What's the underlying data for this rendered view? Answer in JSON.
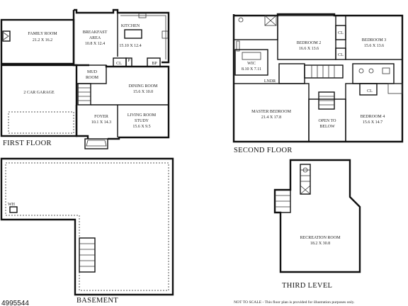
{
  "floors": {
    "first": "FIRST FLOOR",
    "second": "SECOND FLOOR",
    "basement": "BASEMENT",
    "third": "THIRD LEVEL"
  },
  "rooms": {
    "family_room": {
      "name": "FAMILY ROOM",
      "dim": "21.2 X 16.2"
    },
    "breakfast": {
      "name1": "BREAKFAST",
      "name2": "AREA",
      "dim": "10.8 X 12.4"
    },
    "kitchen": {
      "name": "KITCHEN",
      "dim": "15.10 X 12.4"
    },
    "mud_room": {
      "name1": "MUD",
      "name2": "ROOM"
    },
    "garage": {
      "name": "2 CAR GARAGE"
    },
    "dining": {
      "name": "DINING ROOM",
      "dim": "15.6 X 10.0"
    },
    "foyer": {
      "name": "FOYER",
      "dim": "10.1 X 14.3"
    },
    "living": {
      "name1": "LIVING ROOM",
      "name2": "STUDY",
      "dim": "15.6 X 9.5"
    },
    "cl": "CL",
    "p": "P",
    "bp": "BP",
    "wic": {
      "name": "WIC",
      "dim": "8.10 X 7.11"
    },
    "bedroom2": {
      "name": "BEDROOM 2",
      "dim": "16.6 X 13.6"
    },
    "bedroom3": {
      "name": "BEDROOM 3",
      "dim": "15.6 X 13.6"
    },
    "bedroom4": {
      "name": "BEDROOM 4",
      "dim": "15.6 X 14.7"
    },
    "master": {
      "name": "MASTER BEDROOM",
      "dim": "21.4 X 17.8"
    },
    "open_below": {
      "name1": "OPEN TO",
      "name2": "BELOW"
    },
    "lndr": "LNDR",
    "wh": "WH",
    "recreation": {
      "name": "RECREATION ROOM",
      "dim": "18.2 X 30.8"
    }
  },
  "footer": {
    "listing_id": "4995544",
    "disclaimer": "NOT TO SCALE - This floor plan is provided for illustration purposes only."
  }
}
